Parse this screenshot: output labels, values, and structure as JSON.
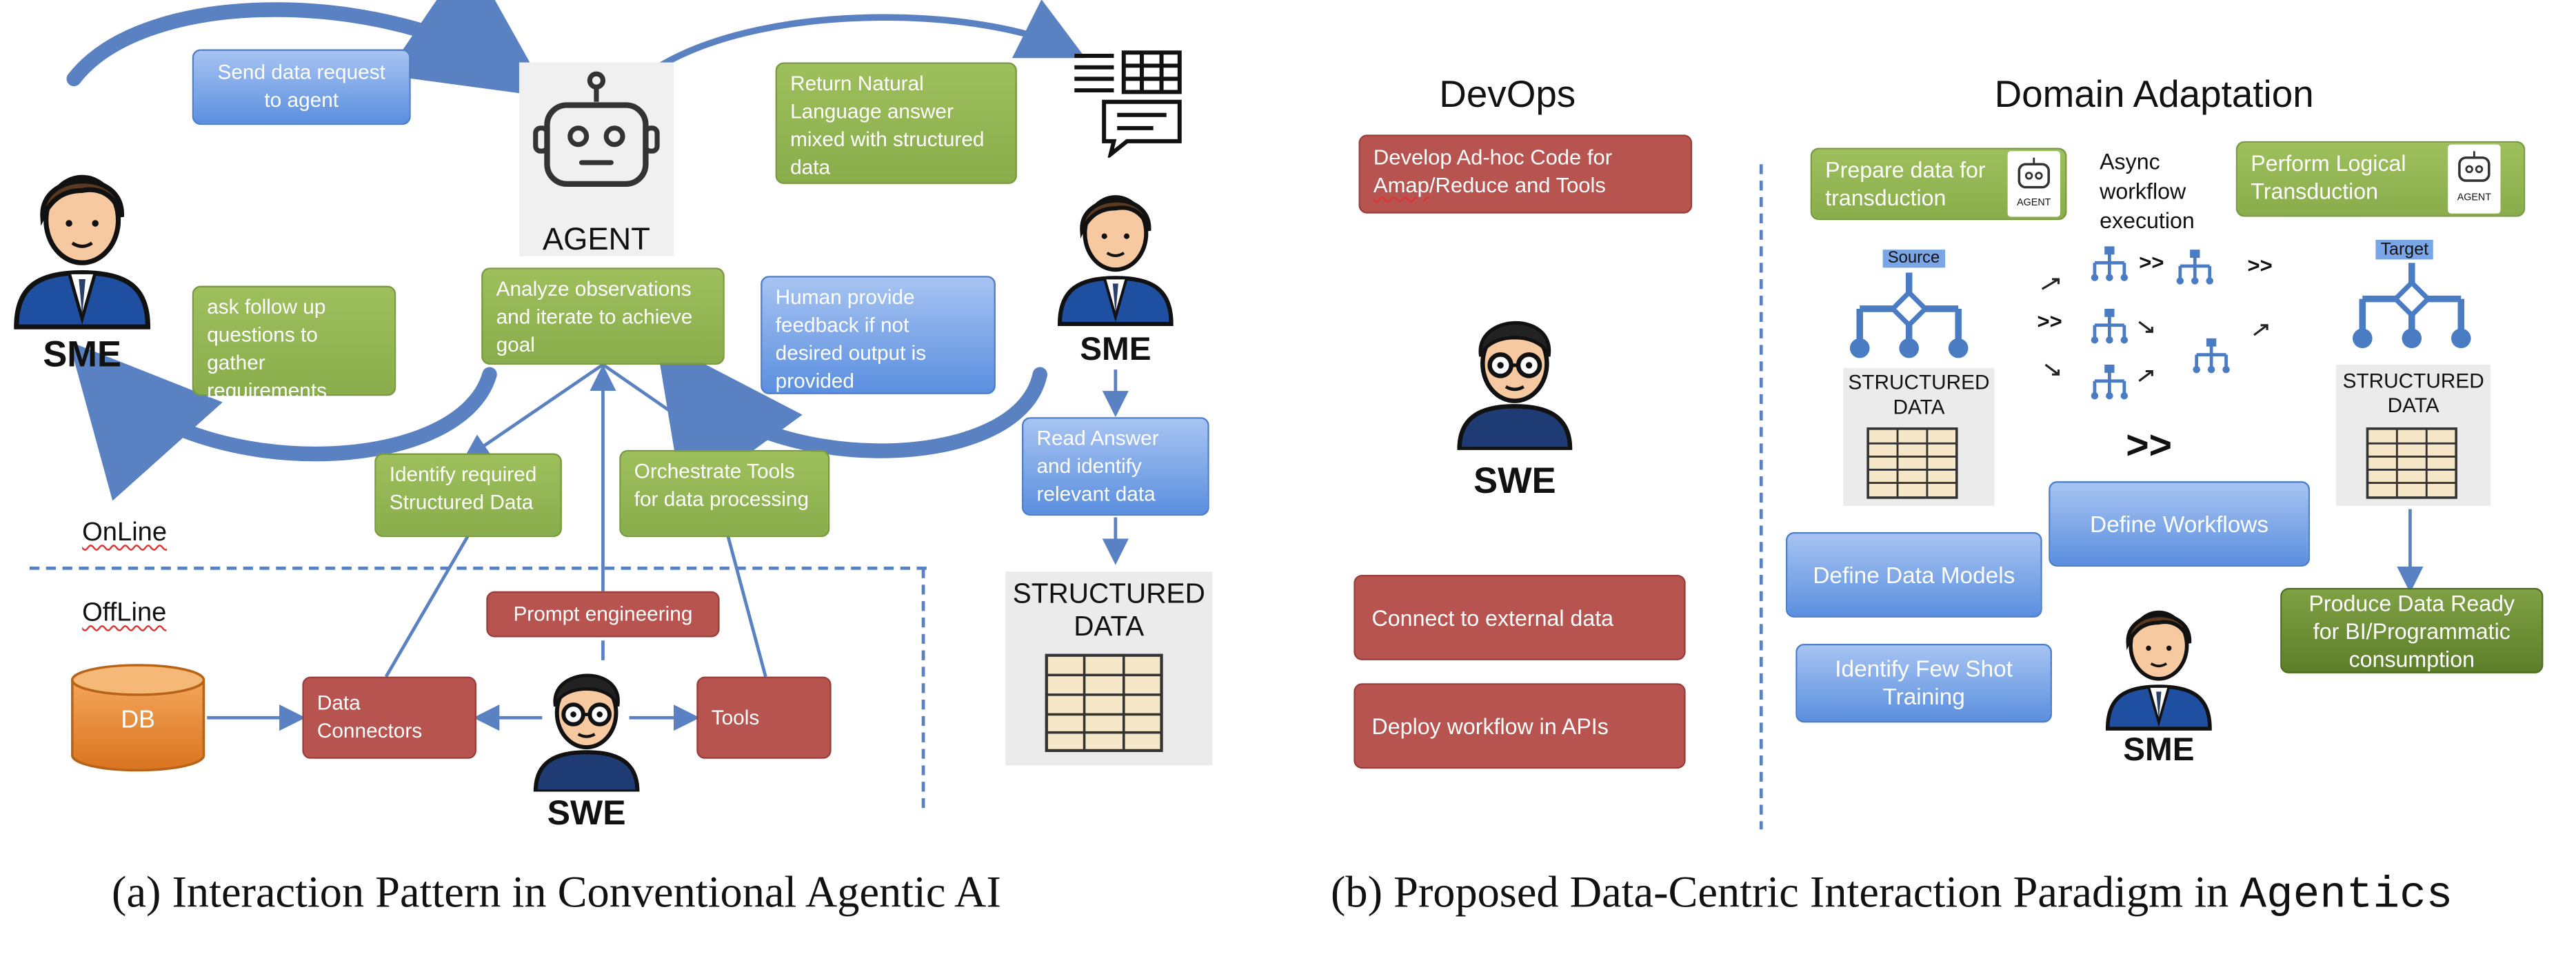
{
  "left": {
    "agent_label": "AGENT",
    "sme_label": "SME",
    "swe_label": "SWE",
    "online_label": "OnLine",
    "offline_label": "OffLine",
    "db_label": "DB",
    "structured_data_label": "STRUCTURED DATA",
    "boxes": {
      "send_request": "Send data request to agent",
      "return_answer": "Return Natural Language answer mixed with structured data",
      "ask_follow_up": "ask follow up questions to gather requirements",
      "analyze": "Analyze observations and iterate to achieve goal",
      "human_feedback": "Human provide feedback if not desired output is provided",
      "read_answer": "Read Answer and identify relevant data",
      "identify_structured": "Identify required Structured Data",
      "orchestrate_tools": "Orchestrate Tools for data processing",
      "prompt_engineering": "Prompt engineering",
      "data_connectors": "Data Connectors",
      "tools": "Tools"
    },
    "caption": "(a) Interaction Pattern in Conventional Agentic AI"
  },
  "right": {
    "devops_title": "DevOps",
    "domain_title": "Domain Adaptation",
    "swe_label": "SWE",
    "sme_label": "SME",
    "devops_boxes": {
      "develop_code_prefix": "Develop Ad-hoc Code for",
      "develop_code_amap": "Amap",
      "develop_code_suffix": "/Reduce  and Tools",
      "connect_external": "Connect to external data",
      "deploy_workflow": "Deploy workflow in APIs"
    },
    "prepare_data": "Prepare data for transduction",
    "perform_logical": "Perform Logical Transduction",
    "agent_badge": "AGENT",
    "async_text": "Async workflow execution",
    "source_label": "Source",
    "target_label": "Target",
    "structured_data_label": "STRUCTURED DATA",
    "chevrons": ">>",
    "define_workflows": "Define Workflows",
    "define_models": "Define Data Models",
    "identify_few_shot": "Identify Few Shot Training",
    "produce_ready": "Produce Data Ready for BI/Programmatic consumption",
    "caption_prefix": "(b) Proposed Data-Centric Interaction Paradigm in ",
    "caption_mono": "Agentics"
  },
  "colors": {
    "green": "#8aad4c",
    "blue": "#5b8fdf",
    "red": "#b85450",
    "orange": "#e8862f",
    "navy": "#1f3b73",
    "arrow": "#5a82c2"
  }
}
